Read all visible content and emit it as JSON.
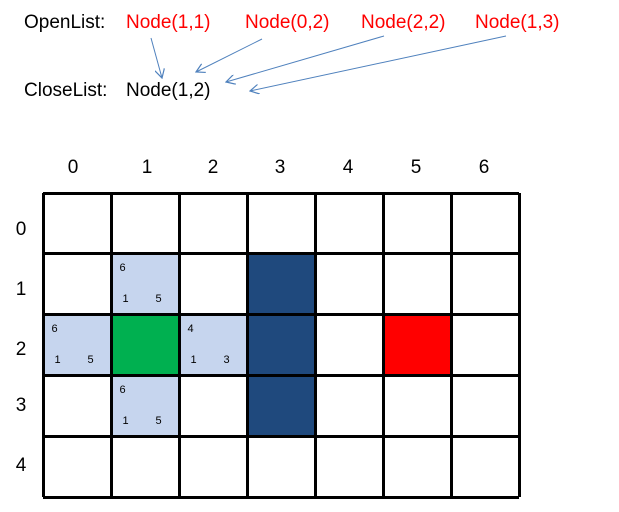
{
  "colors": {
    "open_text": "#ff0000",
    "arrow": "#4f81bd",
    "grid_line": "#000000",
    "neighbor_fill": "#c6d5ee",
    "current_fill": "#00b050",
    "wall_fill": "#1f497d",
    "goal_fill": "#ff0000",
    "empty_fill": "#ffffff"
  },
  "open_list": {
    "label": "OpenList:",
    "nodes": [
      "Node(1,1)",
      "Node(0,2)",
      "Node(2,2)",
      "Node(1,3)"
    ]
  },
  "close_list": {
    "label": "CloseList:",
    "node": "Node(1,2)"
  },
  "grid": {
    "columns": [
      "0",
      "1",
      "2",
      "3",
      "4",
      "5",
      "6"
    ],
    "rows": [
      "0",
      "1",
      "2",
      "3",
      "4"
    ],
    "cells": [
      {
        "col": 1,
        "row": 1,
        "type": "neighbor",
        "f": "6",
        "g": "1",
        "h": "5"
      },
      {
        "col": 0,
        "row": 2,
        "type": "neighbor",
        "f": "6",
        "g": "1",
        "h": "5"
      },
      {
        "col": 1,
        "row": 2,
        "type": "current"
      },
      {
        "col": 2,
        "row": 2,
        "type": "neighbor",
        "f": "4",
        "g": "1",
        "h": "3"
      },
      {
        "col": 1,
        "row": 3,
        "type": "neighbor",
        "f": "6",
        "g": "1",
        "h": "5"
      },
      {
        "col": 3,
        "row": 1,
        "type": "wall"
      },
      {
        "col": 3,
        "row": 2,
        "type": "wall"
      },
      {
        "col": 3,
        "row": 3,
        "type": "wall"
      },
      {
        "col": 5,
        "row": 2,
        "type": "goal"
      }
    ]
  }
}
